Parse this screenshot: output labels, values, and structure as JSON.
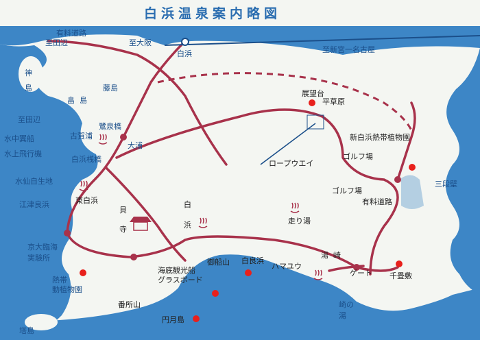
{
  "title": "白浜温泉案内略図",
  "colors": {
    "sea": "#3d86c6",
    "road": "#a8324b",
    "land": "#f4f6f2",
    "marker": "#e8201c",
    "text": "#1b4f8a"
  },
  "labels": {
    "to_shirahama_toll": "有料道路",
    "to_tanabe_1": "至田辺",
    "to_osaka": "至大阪",
    "shirahama_station": "白浜",
    "to_shingu_nagoya": "至新宮一名古屋",
    "kamishima_a": "神",
    "kamishima_b": "島",
    "hatakejima_a": "畠",
    "hatakejima_b": "島",
    "fujishima": "藤島",
    "to_tanabe_2": "至田辺",
    "koga_ura": "古賀浦",
    "kirigi_bashi": "鷺泉橋",
    "oura": "大浦",
    "mizunaka_kaze": "水中翼船",
    "suijo_hikoki": "水上飛行機",
    "shirahama_sanbashi": "白浜桟橋",
    "mizusen_jisei": "水仙自生地",
    "higashi_shirahama": "東白浜",
    "etsu_ryohama": "江津良浜",
    "kai": "貝",
    "tera": "寺",
    "kyoto_univ": "京大臨海",
    "jikkenjo": "実験所",
    "nettai": "熱帯",
    "shokubutsuen": "動植物園",
    "bansho_yama": "番所山",
    "to_shima": "塔島",
    "heisomi": "展望台",
    "hiraso_hara": "平草原",
    "shin_shirahama_nettai": "新白浜熱帯植物園",
    "ropeway": "ロープウエイ",
    "golf_a": "ゴルフ場",
    "golf_b": "ゴルフ場",
    "shiro": "白",
    "hama": "浜",
    "hashiriyu": "走り湯",
    "yuryo_doro": "有料道路",
    "senjojiki_a": "三段壁",
    "kaitei_kanko": "海底観光船",
    "glass_board": "グラスボード",
    "gosenyama": "御船山",
    "shiraraham": "白良浜",
    "hamayu": "ハマユウ",
    "yuzaki_a": "湯",
    "yuzaki_b": "崎",
    "gate": "ゲート",
    "senjojiki": "千畳敷",
    "saki_no_yu_a": "崎の",
    "saki_no_yu_b": "湯",
    "engetsu": "円月島"
  }
}
